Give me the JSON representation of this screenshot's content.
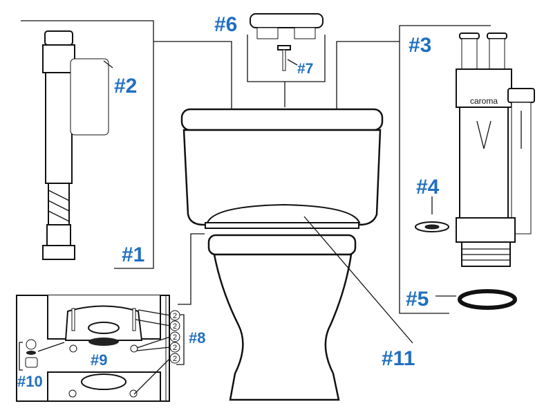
{
  "diagram": {
    "labels": {
      "p1": "#1",
      "p2": "#2",
      "p3": "#3",
      "p4": "#4",
      "p5": "#5",
      "p6": "#6",
      "p7": "#7",
      "p8": "#8",
      "p9": "#9",
      "p10": "#10",
      "p11": "#11"
    },
    "quantities": [
      "2",
      "2",
      "2",
      "2",
      "2"
    ],
    "brand_text": "caroma",
    "colors": {
      "label": "#1f6fc0",
      "line": "#111111"
    }
  }
}
